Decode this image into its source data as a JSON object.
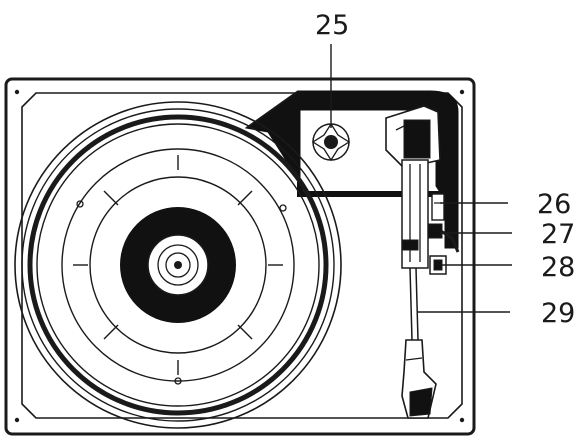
{
  "callouts": {
    "spindle_button": "25",
    "arm_rest_clip": "26",
    "lift_lever": "27",
    "arm_lock": "28",
    "tonearm": "29"
  },
  "colors": {
    "line": "#1a1a1a",
    "fill_dark": "#111111",
    "fill_light": "#ffffff"
  }
}
